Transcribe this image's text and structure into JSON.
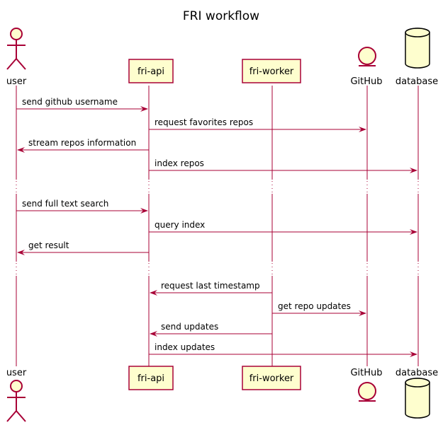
{
  "title": "FRI workflow",
  "colors": {
    "accent": "#a80036",
    "participant_fill": "#fefece",
    "background": "#ffffff"
  },
  "participants": [
    {
      "id": "user",
      "label": "user",
      "kind": "actor"
    },
    {
      "id": "fri-api",
      "label": "fri-api",
      "kind": "participant"
    },
    {
      "id": "fri-worker",
      "label": "fri-worker",
      "kind": "participant"
    },
    {
      "id": "github",
      "label": "GitHub",
      "kind": "entity"
    },
    {
      "id": "database",
      "label": "database",
      "kind": "database"
    }
  ],
  "steps": [
    {
      "type": "message",
      "from": "user",
      "to": "fri-api",
      "label": "send github username"
    },
    {
      "type": "message",
      "from": "fri-api",
      "to": "github",
      "label": "request favorites repos"
    },
    {
      "type": "message",
      "from": "fri-api",
      "to": "user",
      "label": "stream repos information"
    },
    {
      "type": "message",
      "from": "fri-api",
      "to": "database",
      "label": "index repos"
    },
    {
      "type": "delay"
    },
    {
      "type": "message",
      "from": "user",
      "to": "fri-api",
      "label": "send full text search"
    },
    {
      "type": "message",
      "from": "fri-api",
      "to": "database",
      "label": "query index"
    },
    {
      "type": "message",
      "from": "fri-api",
      "to": "user",
      "label": "get result"
    },
    {
      "type": "delay"
    },
    {
      "type": "message",
      "from": "fri-worker",
      "to": "fri-api",
      "label": "request last timestamp"
    },
    {
      "type": "message",
      "from": "fri-worker",
      "to": "github",
      "label": "get repo updates"
    },
    {
      "type": "message",
      "from": "fri-worker",
      "to": "fri-api",
      "label": "send updates"
    },
    {
      "type": "message",
      "from": "fri-api",
      "to": "database",
      "label": "index updates"
    }
  ]
}
